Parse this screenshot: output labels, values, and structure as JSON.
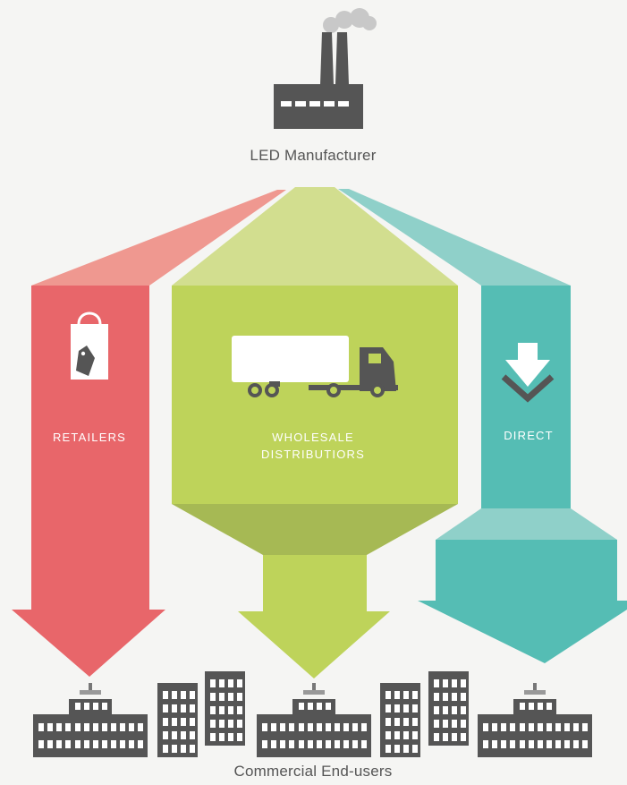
{
  "source": {
    "label": "LED Manufacturer",
    "icon": "factory-icon"
  },
  "channels": [
    {
      "id": "retailers",
      "label": "RETAILERS",
      "icon": "shopping-bag-icon",
      "color": "#e8666a",
      "light_color": "#ef9890"
    },
    {
      "id": "wholesale",
      "label_line1": "WHOLESALE",
      "label_line2": "DISTRIBUTIORS",
      "icon": "truck-icon",
      "color": "#bed35a",
      "light_color": "#d2de8f",
      "dark_color": "#a6b954"
    },
    {
      "id": "direct",
      "label": "DIRECT",
      "icon": "download-arrow-icon",
      "color": "#55bdb4",
      "light_color": "#8fd0c9"
    }
  ],
  "destination": {
    "label": "Commercial End-users",
    "icon": "office-buildings-icon"
  },
  "colors": {
    "background": "#f5f5f3",
    "icon_gray": "#555555",
    "text": "#555555"
  }
}
